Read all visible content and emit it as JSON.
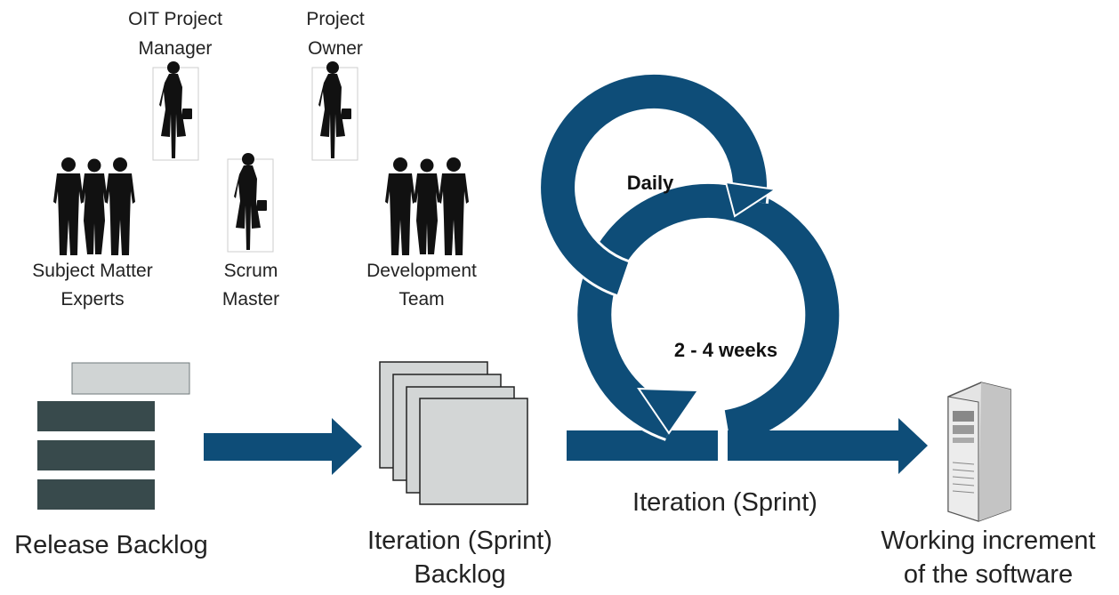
{
  "colors": {
    "flow_blue": "#0e4d78",
    "backlog_dark": "#384a4c",
    "backlog_light": "#d0d4d4",
    "sheet_fill": "#d3d6d6",
    "silhouette": "#111111"
  },
  "roles": {
    "oit_pm": [
      "OIT Project",
      "Manager"
    ],
    "project_owner": [
      "Project",
      "Owner"
    ],
    "sme": [
      "Subject Matter",
      "Experts"
    ],
    "scrum_master": [
      "Scrum",
      "Master"
    ],
    "dev_team": [
      "Development",
      "Team"
    ]
  },
  "loops": {
    "daily": "Daily",
    "sprint_length": "2 - 4 weeks"
  },
  "labels": {
    "release_backlog": "Release Backlog",
    "iteration_backlog": [
      "Iteration (Sprint)",
      "Backlog"
    ],
    "iteration": "Iteration (Sprint)",
    "working_increment": [
      "Working increment",
      "of the software"
    ]
  },
  "icons": {
    "person": "person-silhouette-icon",
    "group": "team-silhouette-icon",
    "server": "server-tower-icon"
  }
}
